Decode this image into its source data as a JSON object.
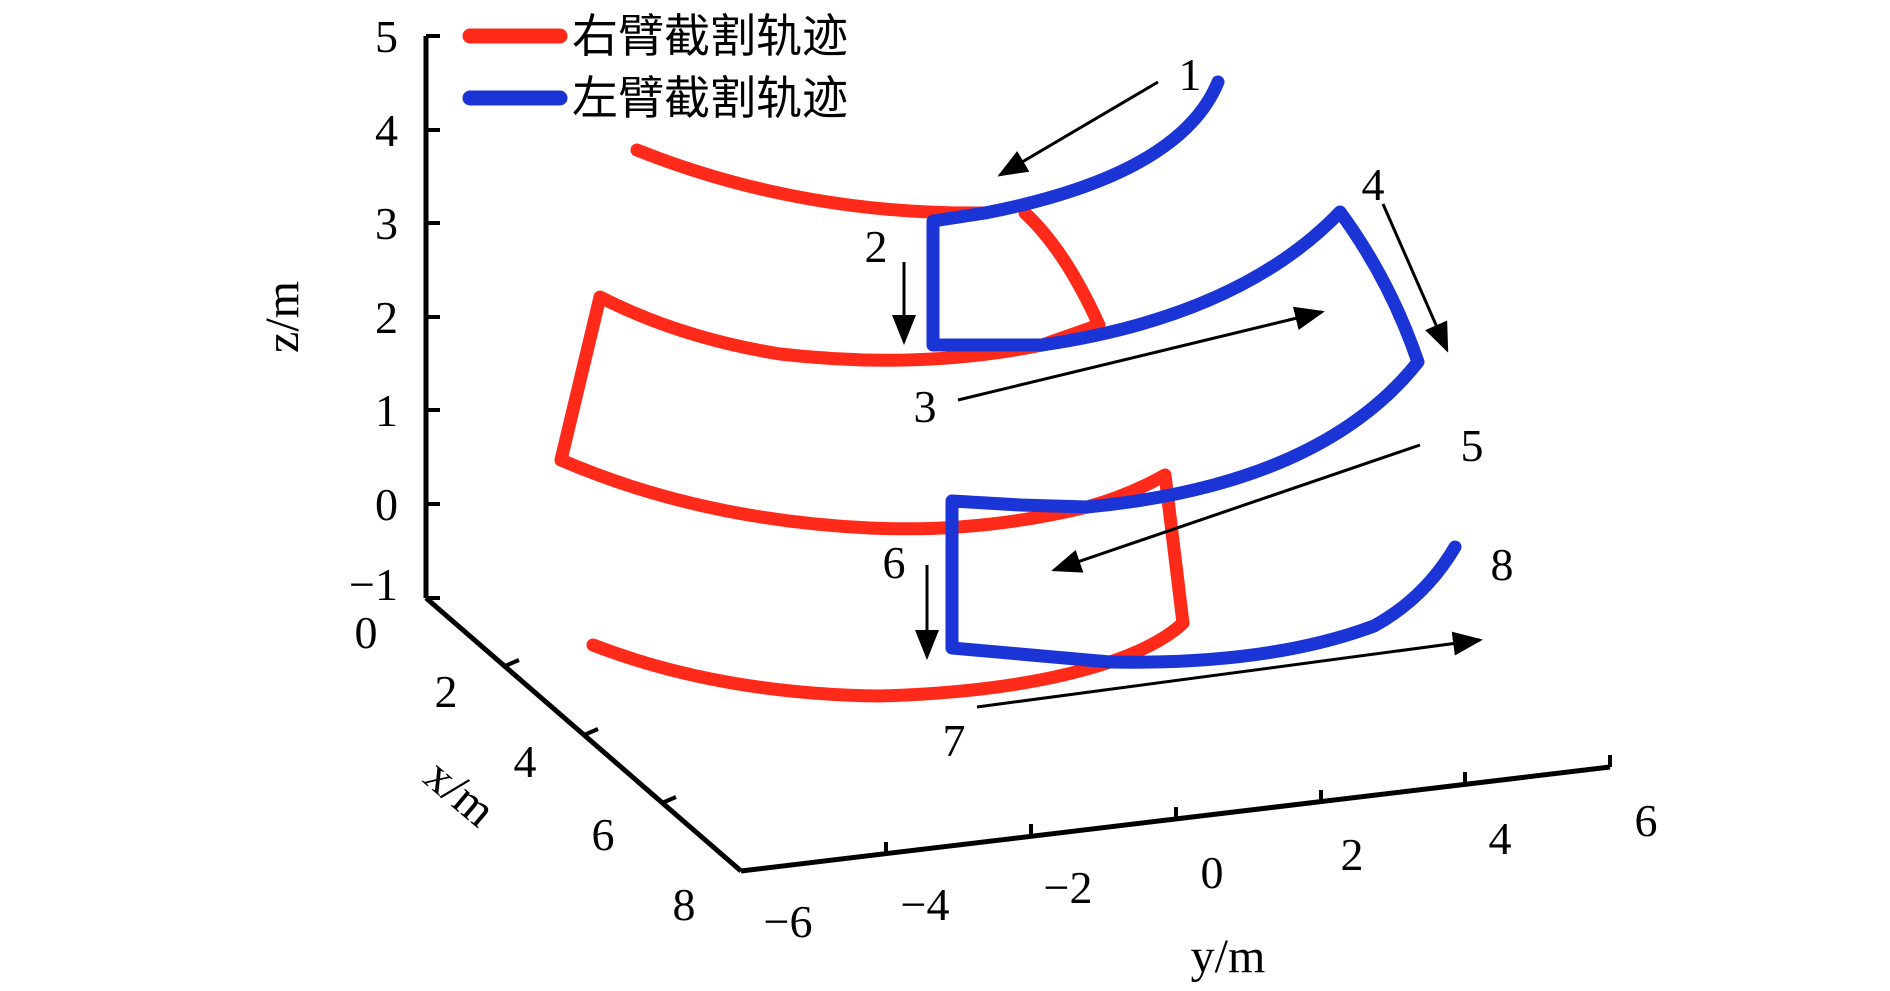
{
  "chart_data": {
    "type": "line3d",
    "axes": {
      "x": {
        "label": "x/m",
        "ticks": [
          "0",
          "2",
          "4",
          "6",
          "8"
        ]
      },
      "y": {
        "label": "y/m",
        "ticks": [
          "−6",
          "−4",
          "−2",
          "0",
          "2",
          "4",
          "6"
        ]
      },
      "z": {
        "label": "z/m",
        "ticks": [
          "5",
          "4",
          "3",
          "2",
          "1",
          "0",
          "−1"
        ]
      }
    },
    "legend": {
      "position": "top-left",
      "entries": [
        {
          "label": "右臂截割轨迹",
          "color": "#ff2a1a"
        },
        {
          "label": "左臂截割轨迹",
          "color": "#1a34d6"
        }
      ]
    },
    "series": [
      {
        "name": "右臂截割轨迹",
        "color": "#ff2a1a"
      },
      {
        "name": "左臂截割轨迹",
        "color": "#1a34d6"
      }
    ],
    "sequence_markers": [
      "1",
      "2",
      "3",
      "4",
      "5",
      "6",
      "7",
      "8"
    ]
  },
  "colors": {
    "right_arm": "#ff2a1a",
    "left_arm": "#1a34d6",
    "axis": "#000000"
  }
}
